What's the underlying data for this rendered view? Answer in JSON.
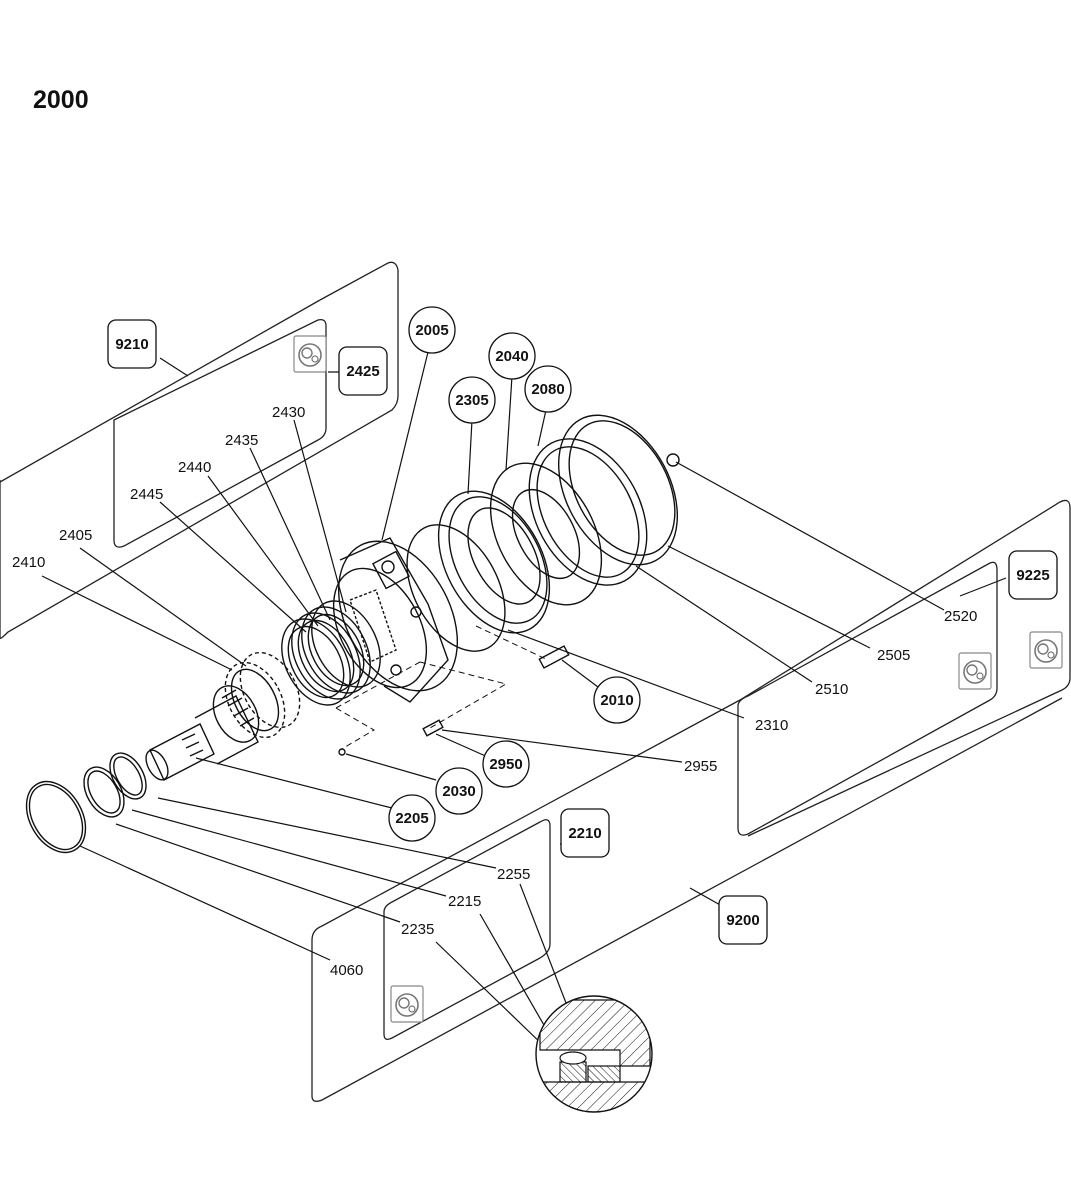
{
  "title": "2000",
  "callouts": {
    "c9210": "9210",
    "c2425": "2425",
    "c2005": "2005",
    "c2040": "2040",
    "c2305": "2305",
    "c2080": "2080",
    "c9225": "9225",
    "c2010": "2010",
    "c2950": "2950",
    "c2030": "2030",
    "c2205": "2205",
    "c2210": "2210",
    "c9200": "9200"
  },
  "labels": {
    "l2430": "2430",
    "l2435": "2435",
    "l2440": "2440",
    "l2445": "2445",
    "l2405": "2405",
    "l2410": "2410",
    "l2520": "2520",
    "l2505": "2505",
    "l2510": "2510",
    "l2310": "2310",
    "l2955": "2955",
    "l2255": "2255",
    "l2215": "2215",
    "l2235": "2235",
    "l4060": "4060"
  },
  "icons": [
    "kit-icon",
    "kit-icon",
    "kit-icon",
    "kit-icon"
  ],
  "colors": {
    "ink": "#111111",
    "background": "#ffffff"
  }
}
